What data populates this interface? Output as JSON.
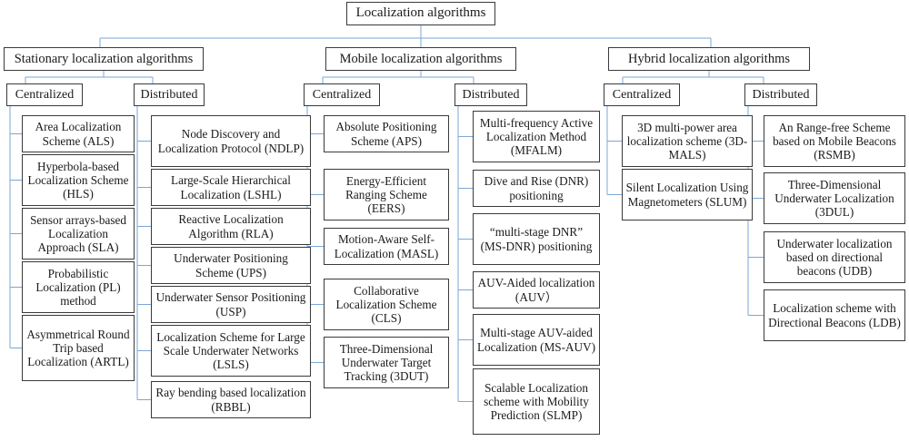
{
  "diagram": {
    "type": "tree-taxonomy",
    "title": "Localization algorithms taxonomy",
    "connector_color": "#7ba7d7",
    "box_border_color": "#3a3a3a",
    "background_color": "#ffffff",
    "root": {
      "label": "Localization algorithms"
    },
    "branches": [
      {
        "label": "Stationary localization algorithms",
        "categories": [
          {
            "label": "Centralized",
            "items": [
              {
                "label": "Area Localization Scheme (ALS)"
              },
              {
                "label": "Hyperbola-based Localization Scheme (HLS)"
              },
              {
                "label": "Sensor arrays-based Localization Approach (SLA)"
              },
              {
                "label": "Probabilistic Localization (PL) method"
              },
              {
                "label": "Asymmetrical Round Trip based Localization (ARTL)"
              }
            ]
          },
          {
            "label": "Distributed",
            "items": [
              {
                "label": "Node Discovery and Localization Protocol (NDLP)"
              },
              {
                "label": "Large-Scale Hierarchical Localization (LSHL)"
              },
              {
                "label": "Reactive Localization Algorithm (RLA)"
              },
              {
                "label": "Underwater Positioning Scheme (UPS)"
              },
              {
                "label": "Underwater Sensor Positioning (USP)"
              },
              {
                "label": "Localization Scheme for Large Scale Underwater Networks (LSLS)"
              },
              {
                "label": "Ray bending based localization (RBBL)"
              }
            ]
          }
        ]
      },
      {
        "label": "Mobile localization algorithms",
        "categories": [
          {
            "label": "Centralized",
            "items": [
              {
                "label": "Absolute Positioning Scheme (APS)"
              },
              {
                "label": "Energy-Efficient Ranging Scheme (EERS)"
              },
              {
                "label": "Motion-Aware Self-Localization (MASL)"
              },
              {
                "label": "Collaborative Localization Scheme (CLS)"
              },
              {
                "label": "Three-Dimensional Underwater Target Tracking (3DUT)"
              }
            ]
          },
          {
            "label": "Distributed",
            "items": [
              {
                "label": "Multi-frequency Active Localization Method (MFALM)"
              },
              {
                "label": "Dive and Rise (DNR) positioning"
              },
              {
                "label": "“multi-stage DNR” (MS-DNR) positioning"
              },
              {
                "label": "AUV-Aided localization (AUV）"
              },
              {
                "label": "Multi-stage AUV-aided Localization (MS-AUV)"
              },
              {
                "label": "Scalable Localization scheme with Mobility Prediction (SLMP)"
              }
            ]
          }
        ]
      },
      {
        "label": "Hybrid  localization algorithms",
        "categories": [
          {
            "label": "Centralized",
            "items": [
              {
                "label": "3D multi-power area localization scheme (3D-MALS)"
              },
              {
                "label": "Silent Localization Using Magnetometers (SLUM)"
              }
            ]
          },
          {
            "label": "Distributed",
            "items": [
              {
                "label": "An Range-free Scheme based on Mobile Beacons (RSMB)"
              },
              {
                "label": "Three-Dimensional Underwater Localization (3DUL)"
              },
              {
                "label": "Underwater localization based on directional beacons (UDB)"
              },
              {
                "label": "Localization scheme with Directional Beacons (LDB)"
              }
            ]
          }
        ]
      }
    ]
  }
}
